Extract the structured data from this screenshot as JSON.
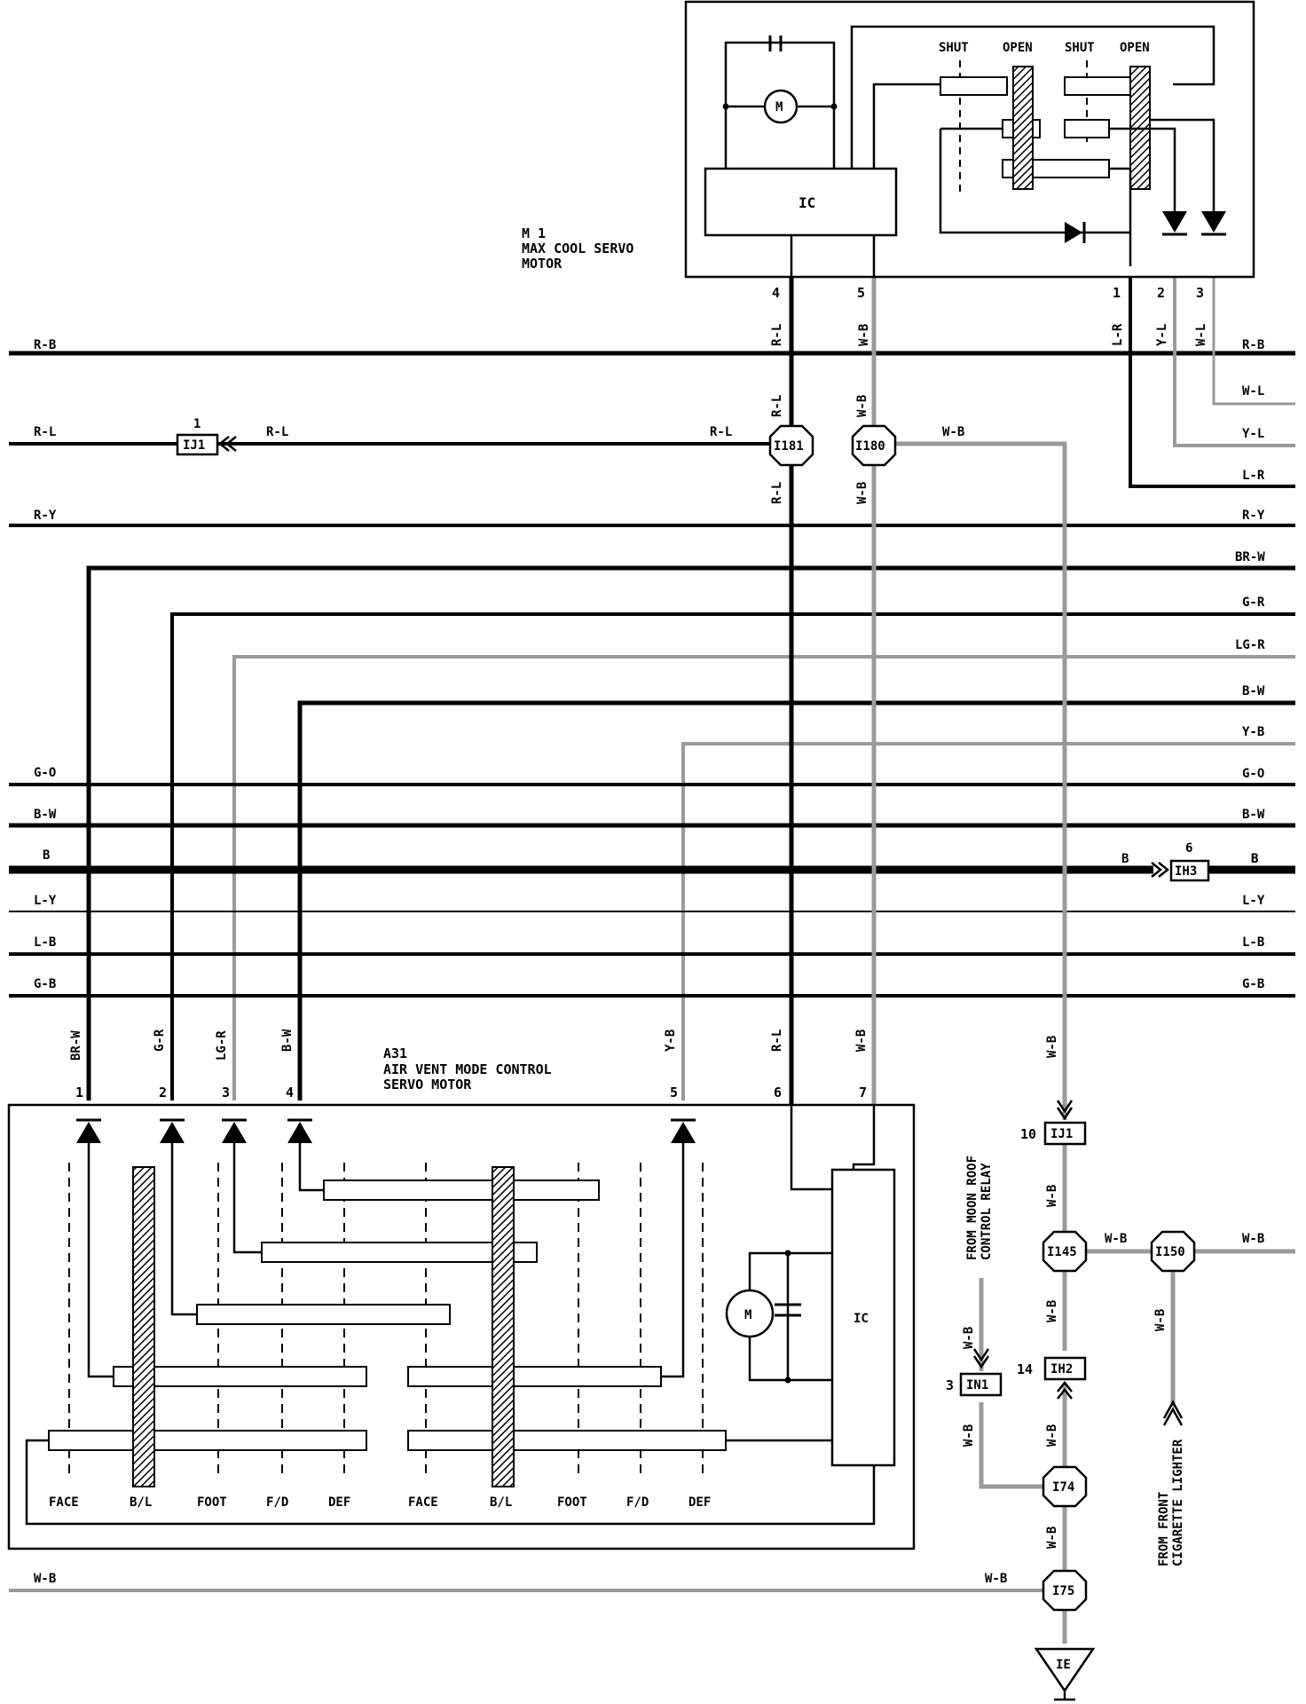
{
  "wire_colors": {
    "solid": "#000000",
    "gray": "#9a9a9a"
  },
  "components": {
    "m1": {
      "code": "M 1",
      "name_line1": "MAX COOL SERVO",
      "name_line2": "MOTOR",
      "ic": "IC",
      "motor": "M",
      "shut1": "SHUT",
      "open1": "OPEN",
      "shut2": "SHUT",
      "open2": "OPEN"
    },
    "a31": {
      "code": "A31",
      "name_line1": "AIR VENT MODE CONTROL",
      "name_line2": "SERVO MOTOR",
      "ic": "IC",
      "motor": "M",
      "modes": [
        "FACE",
        "B/L",
        "FOOT",
        "F/D",
        "DEF",
        "FACE",
        "B/L",
        "FOOT",
        "F/D",
        "DEF"
      ]
    }
  },
  "m1_pins": [
    {
      "pin": "4",
      "wire": "R-L"
    },
    {
      "pin": "5",
      "wire": "W-B"
    },
    {
      "pin": "1",
      "wire": "L-R"
    },
    {
      "pin": "2",
      "wire": "Y-L"
    },
    {
      "pin": "3",
      "wire": "W-L"
    }
  ],
  "a31_pins": [
    {
      "pin": "1",
      "wire": "BR-W"
    },
    {
      "pin": "2",
      "wire": "G-R"
    },
    {
      "pin": "3",
      "wire": "LG-R"
    },
    {
      "pin": "4",
      "wire": "B-W"
    },
    {
      "pin": "5",
      "wire": "Y-B"
    },
    {
      "pin": "6",
      "wire": "R-L"
    },
    {
      "pin": "7",
      "wire": "W-B"
    }
  ],
  "left_bus": [
    "R-B",
    "R-L",
    "R-Y",
    "G-O",
    "B-W",
    "B",
    "L-Y",
    "L-B",
    "G-B",
    "W-B"
  ],
  "right_bus": [
    "R-B",
    "W-L",
    "Y-L",
    "L-R",
    "R-Y",
    "BR-W",
    "G-R",
    "LG-R",
    "B-W",
    "Y-B",
    "G-O",
    "B-W",
    "B",
    "L-Y",
    "L-B",
    "G-B"
  ],
  "junctions": [
    "I181",
    "I180",
    "I145",
    "I150",
    "I74",
    "I75"
  ],
  "connectors": {
    "ij1_top": {
      "pin": "1",
      "id": "IJ1",
      "wire": "R-L"
    },
    "ih3": {
      "pin": "6",
      "id": "IH3",
      "wire_in": "B",
      "wire_out": "B"
    },
    "ij1_low": {
      "pin": "10",
      "id": "IJ1"
    },
    "ih2": {
      "pin": "14",
      "id": "IH2"
    },
    "in1": {
      "pin": "3",
      "id": "IN1"
    }
  },
  "junction_wires": {
    "i181_left": "R-L",
    "i180_right": "W-B",
    "i181_below": "R-L",
    "i180_below": "W-B",
    "i181_above": "R-L",
    "i180_above": "W-B"
  },
  "ground_wires": [
    "W-B",
    "W-B",
    "W-B",
    "W-B",
    "W-B",
    "W-B",
    "W-B",
    "W-B",
    "W-B",
    "W-B"
  ],
  "notes": {
    "moon_roof_line1": "FROM MOON ROOF",
    "moon_roof_line2": "CONTROL RELAY",
    "lighter_line1": "FROM FRONT",
    "lighter_line2": "CIGARETTE LIGHTER"
  },
  "ground": "IE"
}
